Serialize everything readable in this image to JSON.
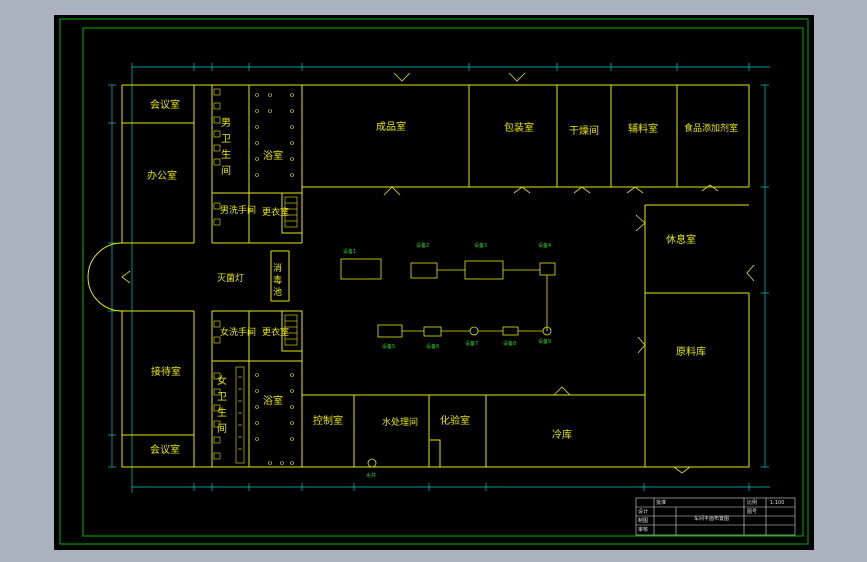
{
  "rooms": {
    "meeting_top": "会议室",
    "office": "办公室",
    "reception": "接待室",
    "meeting_bottom": "会议室",
    "men_wc": "男卫生间",
    "women_wc": "女卫生间",
    "men_wash": "男洗手间",
    "women_wash": "女洗手间",
    "bath_top": "浴室",
    "bath_bottom": "浴室",
    "changing_top": "更衣室",
    "changing_bottom": "更衣室",
    "uv_lamp": "灭菌灯",
    "disinfect_pool": "消毒池",
    "finished": "成品室",
    "packing": "包装室",
    "drying": "干燥间",
    "auxiliary": "辅料室",
    "food_additive": "食品添加剂室",
    "rest": "休息室",
    "warehouse": "原料库",
    "control": "控制室",
    "water_treatment": "水处理间",
    "lab": "化验室",
    "cold_storage": "冷库"
  },
  "equipment_labels": [
    "设备1",
    "设备2",
    "设备3",
    "设备4"
  ],
  "equipment_labels_bottom": [
    "设备5",
    "设备6",
    "设备7",
    "设备8",
    "设备9"
  ],
  "well_label": "水井",
  "title_block": {
    "drawing_title": "车间平面布置图",
    "row_labels": [
      "设计",
      "制图",
      "审核",
      "批准"
    ],
    "scale_label": "比例",
    "scale_value": "1:100",
    "sheet_label": "图号"
  },
  "colors": {
    "wall": "#e6e600",
    "dimension": "#00c8c8",
    "frame": "#00b400",
    "background": "#000000"
  }
}
